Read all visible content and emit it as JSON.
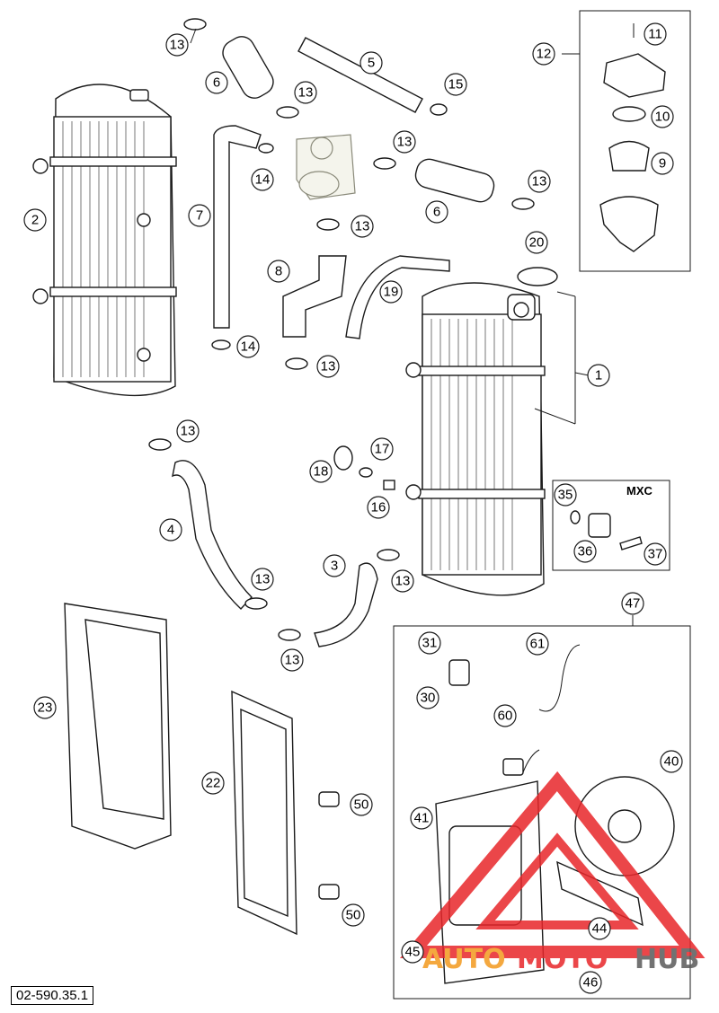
{
  "reference_code": "02-590.35.1",
  "group_labels": {
    "mxc_box": "MXC"
  },
  "watermark": {
    "part1": "AUTO",
    "part2": "MOTO",
    "part3": "HUB",
    "color_red": "#e8262a",
    "color_orange": "#f39a1e",
    "color_gray": "#5a5a5a"
  },
  "callouts": [
    "1",
    "2",
    "3",
    "4",
    "5",
    "6",
    "6",
    "7",
    "8",
    "9",
    "10",
    "11",
    "12",
    "13",
    "13",
    "13",
    "13",
    "13",
    "13",
    "13",
    "13",
    "13",
    "13",
    "13",
    "14",
    "14",
    "15",
    "16",
    "17",
    "18",
    "19",
    "20",
    "22",
    "23",
    "30",
    "31",
    "35",
    "36",
    "37",
    "40",
    "41",
    "44",
    "45",
    "46",
    "47",
    "50",
    "50",
    "60",
    "61"
  ]
}
